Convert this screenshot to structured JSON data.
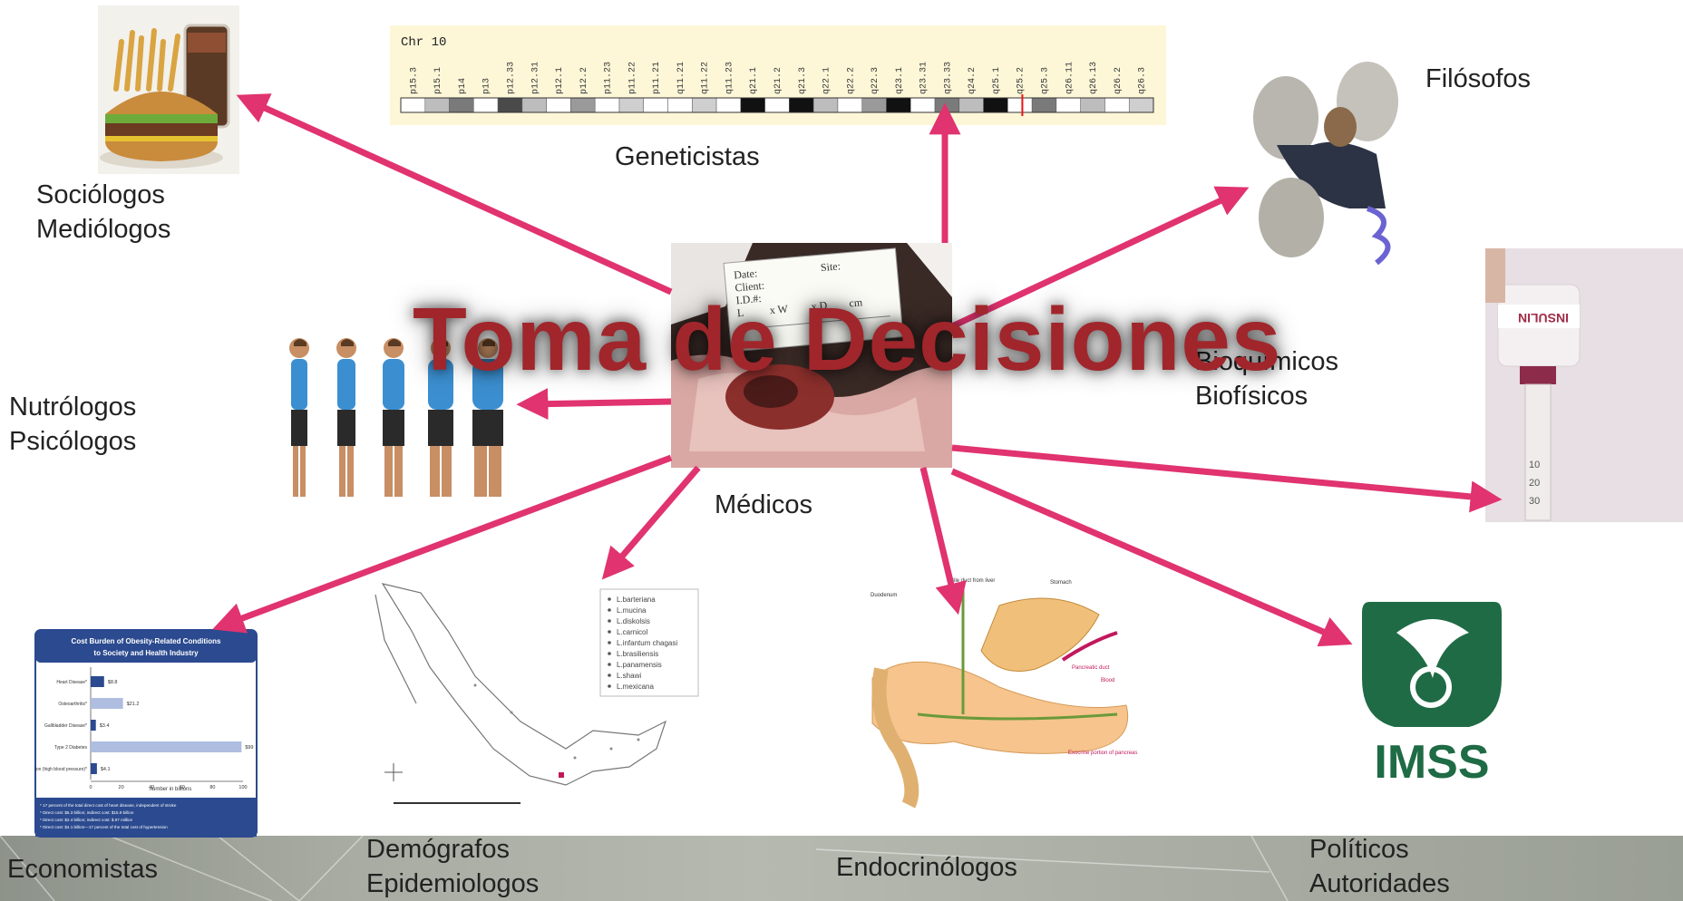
{
  "title": "Toma de Decisiones",
  "colors": {
    "arrow": "#e0336f",
    "title": "#a0262b",
    "chart_bar": "#2b4a8f",
    "imss_green": "#1f6b45"
  },
  "labels": {
    "sociologos": [
      "Sociólogos",
      "Mediólogos"
    ],
    "geneticistas": "Geneticistas",
    "filosofos": "Filósofos",
    "bioquimicos": [
      "Bioquímicos",
      "Biofísicos"
    ],
    "nutrologos": [
      "Nutrólogos",
      "Psicólogos"
    ],
    "medicos": "Médicos",
    "economistas": "Economistas",
    "demografos": [
      "Demógrafos",
      "Epidemiologos"
    ],
    "endocrinologos": "Endocrinólogos",
    "politicos": [
      "Políticos",
      "Autoridades"
    ]
  },
  "chromosome": {
    "name": "Chr 10",
    "bands": [
      "p15.3",
      "p15.1",
      "p14",
      "p13",
      "p12.33",
      "p12.31",
      "p12.1",
      "p12.2",
      "p11.23",
      "p11.22",
      "p11.21",
      "q11.21",
      "q11.22",
      "q11.23",
      "q21.1",
      "q21.2",
      "q21.3",
      "q22.1",
      "q22.2",
      "q22.3",
      "q23.1",
      "q23.31",
      "q23.33",
      "q24.2",
      "q25.1",
      "q25.2",
      "q25.3",
      "q26.11",
      "q26.13",
      "q26.2",
      "q26.3"
    ]
  },
  "cost_chart": {
    "title": [
      "Cost Burden of Obesity-Related Conditions",
      "to Society and Health Industry"
    ],
    "xlabel": "number in billions",
    "ticks": [
      "0",
      "20",
      "40",
      "60",
      "80",
      "100"
    ],
    "footnotes": [
      "* 17 percent of the total direct cost of heart disease, independent of stroke",
      "* Direct cost: $5.3 billion; indirect cost: $15.9 billion",
      "* Direct cost: $2.4 billion; indirect cost: $.97 million",
      "* Direct cost: $4.1 billion—17 percent of the total cost of hypertension"
    ]
  },
  "chart_data": {
    "type": "bar",
    "title": "Cost Burden of Obesity-Related Conditions to Society and Health Industry",
    "xlabel": "number in billions",
    "xlim": [
      0,
      100
    ],
    "categories": [
      "Heart Disease*",
      "Osteoarthritis*",
      "Gallbladder Disease*",
      "Type 2 Diabetes",
      "Hypertension (high blood pressure)*"
    ],
    "values": [
      8.8,
      21.2,
      3.4,
      99,
      4.1
    ],
    "value_labels": [
      "$8.8",
      "$21.2",
      "$3.4",
      "$99",
      "$4.1"
    ]
  },
  "mexico_map": {
    "legend": [
      "L.barteriana",
      "L.mucina",
      "L.diskolsis",
      "L.carnicol",
      "L.infantum chagasi",
      "L.brasiliensis",
      "L.panamensis",
      "L.shawi",
      "L.mexicana"
    ]
  },
  "pancreas_labels": [
    "Duodenum",
    "Bile duct from liver",
    "Stomach",
    "Pancreatic duct",
    "Blood",
    "Exocrine portion of pancreas"
  ],
  "vial_label": "INSULIN",
  "imss_text": "IMSS",
  "wound_card": [
    "Date:",
    "Site:",
    "Client:",
    "I.D.#:",
    "L",
    "x W",
    "x D",
    "cm"
  ]
}
